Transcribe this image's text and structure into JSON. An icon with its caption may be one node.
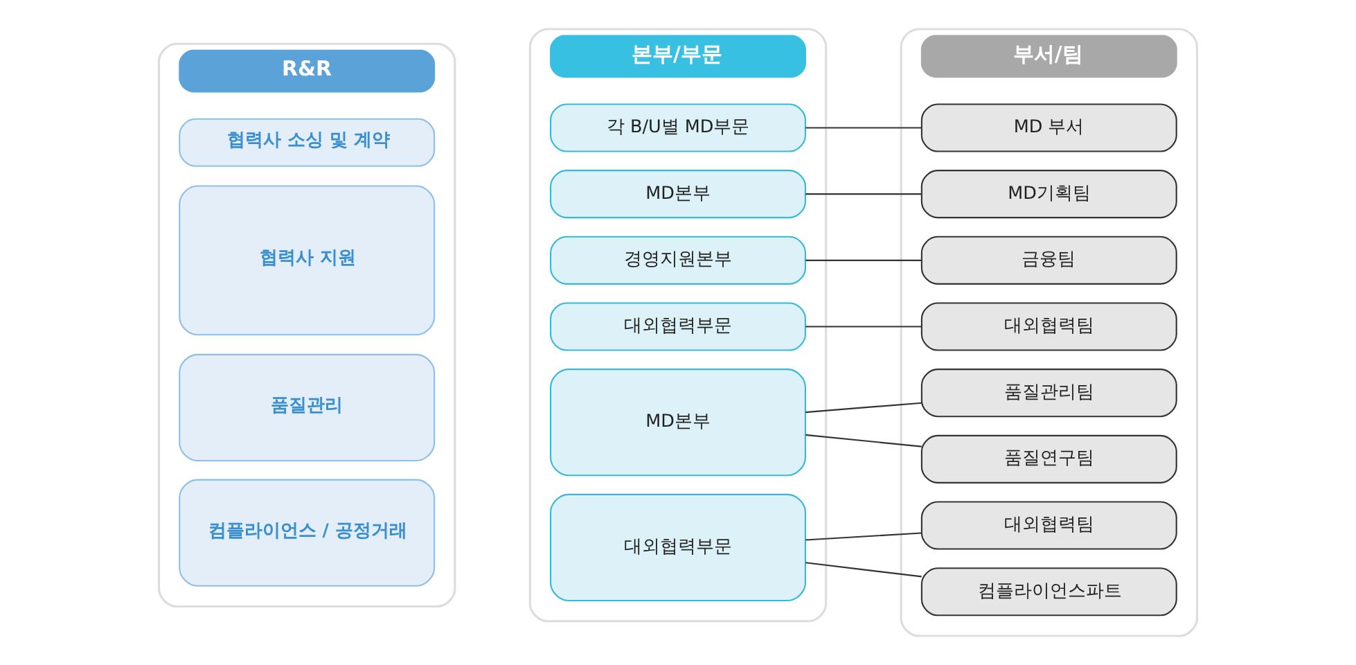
{
  "diagram": {
    "nodes": [
      {
        "text": [
          "R&R"
        ]
      },
      {
        "text": [
          "본부/부문"
        ]
      },
      {
        "text": [
          "부서/팀"
        ]
      },
      {
        "text": [
          "협력사 소싱 및 계약"
        ],
        "in": 0
      },
      {
        "text": [
          "협력사 지원"
        ],
        "in": 0
      },
      {
        "text": [
          "품질관리"
        ],
        "in": 0
      },
      {
        "text": [
          "컴플라이언스 / 공정거래"
        ],
        "in": 0
      },
      {
        "text": [
          "각 B/U별 MD부문"
        ],
        "in": 1
      },
      {
        "text": [
          "MD본부"
        ],
        "in": 1
      },
      {
        "text": [
          "경영지원본부"
        ],
        "in": 1
      },
      {
        "text": [
          "대외협력부문"
        ],
        "in": 1
      },
      {
        "text": [
          "MD본부"
        ],
        "in": 1
      },
      {
        "text": [
          "대외협력부문"
        ],
        "in": 1
      },
      {
        "text": [
          "MD 부서"
        ],
        "in": 2
      },
      {
        "text": [
          "MD기획팀"
        ],
        "in": 2
      },
      {
        "text": [
          "금융팀"
        ],
        "in": 2
      },
      {
        "text": [
          "대외협력팀"
        ],
        "in": 2
      },
      {
        "text": [
          "품질관리팀"
        ],
        "in": 2
      },
      {
        "text": [
          "품질연구팀"
        ],
        "in": 2
      },
      {
        "text": [
          "대외협력팀"
        ],
        "in": 2
      },
      {
        "text": [
          "컴플라이언스파트"
        ],
        "in": 2
      }
    ],
    "edges": [
      {
        "from": 7,
        "to": 13,
        "arrow": "none"
      },
      {
        "from": 8,
        "to": 14,
        "arrow": "none"
      },
      {
        "from": 9,
        "to": 15,
        "arrow": "none"
      },
      {
        "from": 10,
        "to": 16,
        "arrow": "none"
      },
      {
        "from": 11,
        "to": 17,
        "arrow": "none"
      },
      {
        "from": 11,
        "to": 18,
        "arrow": "none"
      },
      {
        "from": 12,
        "to": 19,
        "arrow": "none"
      },
      {
        "from": 12,
        "to": 20,
        "arrow": "none"
      }
    ]
  }
}
